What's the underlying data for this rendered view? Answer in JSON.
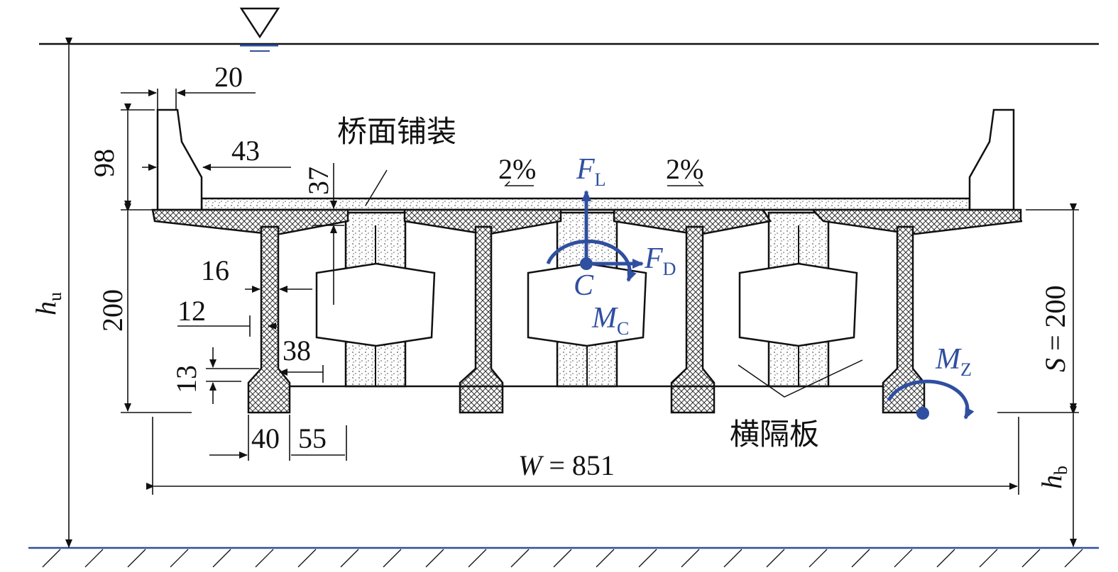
{
  "labels": {
    "deck_paving": "桥面铺装",
    "diaphragm": "横隔板",
    "slope_left": "2%",
    "slope_right": "2%"
  },
  "dimensions": {
    "d20": "20",
    "d98": "98",
    "d43": "43",
    "d37": "37",
    "d200": "200",
    "d16": "16",
    "d12": "12",
    "d38": "38",
    "d13": "13",
    "d40": "40",
    "d55": "55",
    "width": {
      "sym": "W",
      "eq": " = 851"
    },
    "span_s": {
      "sym": "S",
      "eq": " = 200"
    },
    "hu": {
      "sym": "h",
      "sub": "u"
    },
    "hb": {
      "sym": "h",
      "sub": "b"
    }
  },
  "forces": {
    "lift": {
      "sym": "F",
      "sub": "L"
    },
    "drag": {
      "sym": "F",
      "sub": "D"
    },
    "centroid": "C",
    "moment_c": {
      "sym": "M",
      "sub": "C"
    },
    "moment_z": {
      "sym": "M",
      "sub": "Z"
    }
  },
  "colors": {
    "force_blue": "#2f4fa0",
    "line": "#111111",
    "concrete_hatch": "#333333",
    "paving_dots": "#555555"
  }
}
